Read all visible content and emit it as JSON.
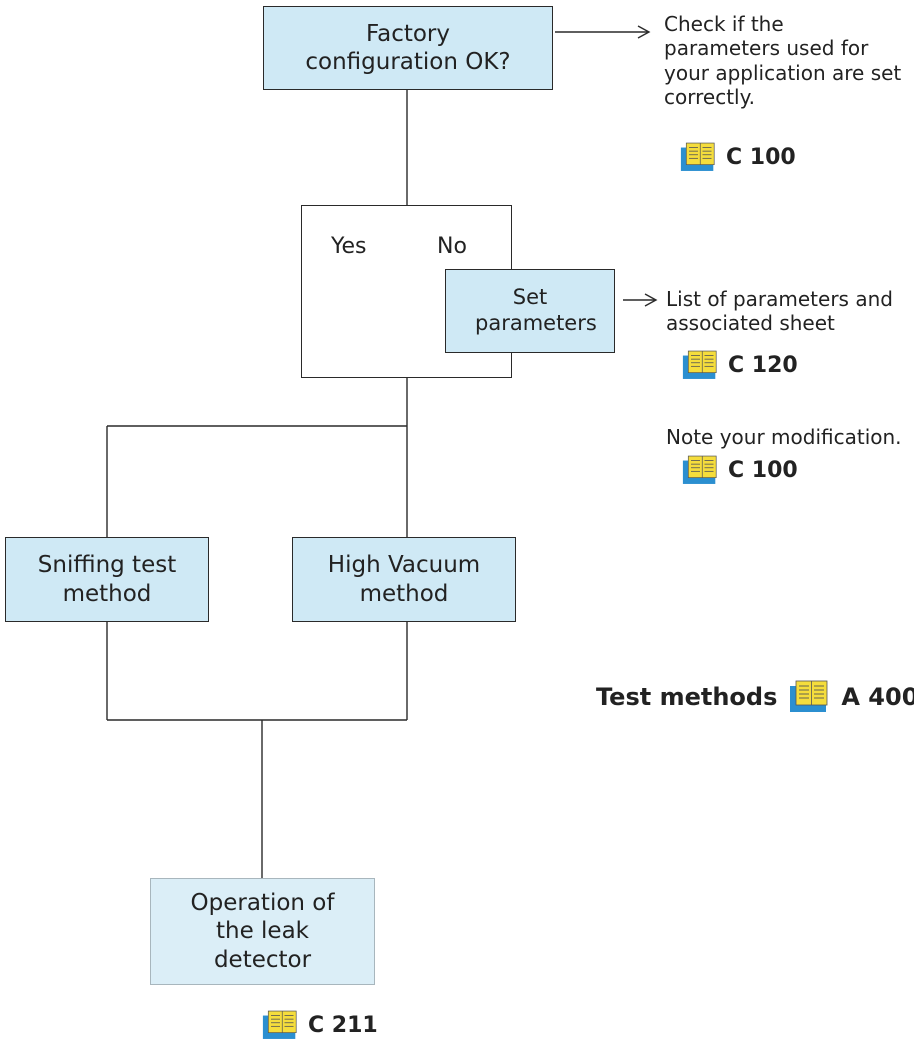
{
  "nodes": {
    "factory_config": "Factory configuration OK?",
    "yes_label": "Yes",
    "no_label": "No",
    "set_parameters": "Set parameters",
    "sniffing": "Sniffing test method",
    "high_vacuum": "High Vacuum method",
    "operation": "Operation of the leak detector"
  },
  "notes": {
    "check_params": "Check if the parameters used for your application are set correctly.",
    "check_params_ref": "C 100",
    "list_params": "List of parameters and associated sheet",
    "list_params_ref": "C 120",
    "note_modification": "Note your modification.",
    "note_modification_ref": "C 100",
    "test_methods": "Test methods",
    "test_methods_ref": "A 400",
    "operation_ref": "C 211"
  },
  "icons": {
    "reference": "book-icon"
  },
  "colors": {
    "box_fill": "#cfe9f5",
    "box_fill_light": "#dbeef7",
    "line": "#2a2a2a",
    "book_blue": "#2b8fd0",
    "book_yellow": "#f5dd3c"
  }
}
